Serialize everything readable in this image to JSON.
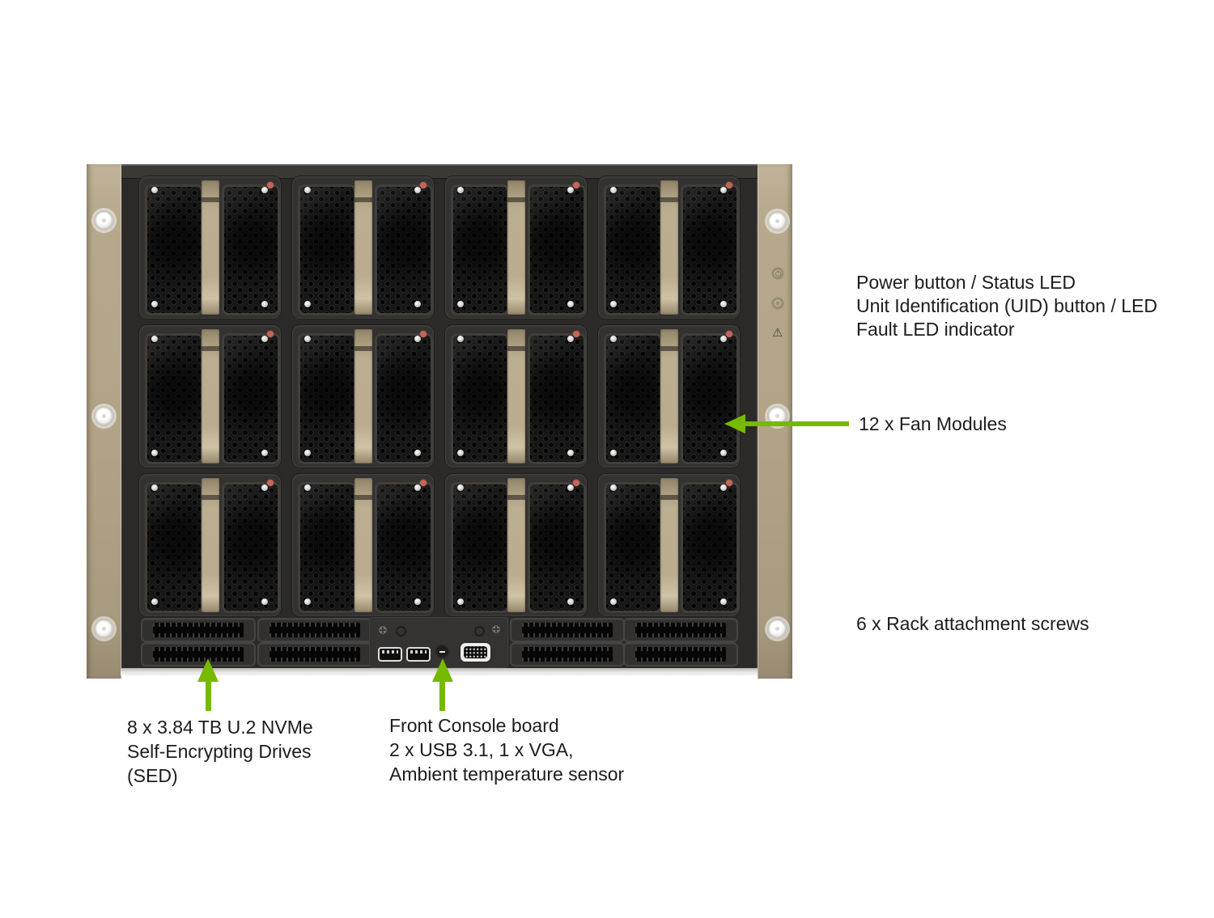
{
  "figure": {
    "background": "#ffffff",
    "text_color": "#1c1c1c",
    "arrow_color": "#76b900"
  },
  "chassis": {
    "bezel_color": "#b2a388",
    "body_color": "#2b2a28",
    "fan_modules": {
      "count": 12,
      "rows": 3,
      "columns": 4,
      "led_color": "#c4655a",
      "handle_color": "#bcae90"
    },
    "drive_trays": {
      "count": 8
    },
    "rack_screws": {
      "count": 6
    },
    "front_console": {
      "usb_ports": 2,
      "vga_ports": 1,
      "temperature_sensors": 1
    },
    "controls": {
      "power_buttons": 1,
      "uid_buttons": 1,
      "fault_indicators": 1
    }
  },
  "icons": {
    "fault_warning": "⚠"
  },
  "callouts": {
    "power": {
      "lines": [
        "Power button / Status LED",
        "Unit Identification (UID) button / LED",
        "Fault LED indicator"
      ]
    },
    "fans": {
      "text": "12 x Fan Modules"
    },
    "rack_screws": {
      "text": "6 x Rack attachment screws"
    },
    "drives": {
      "lines": [
        "8 x 3.84 TB U.2 NVMe",
        "Self-Encrypting Drives",
        "(SED)"
      ]
    },
    "console": {
      "lines": [
        "Front Console board",
        "2 x USB 3.1, 1 x VGA,",
        "Ambient temperature sensor"
      ]
    }
  }
}
